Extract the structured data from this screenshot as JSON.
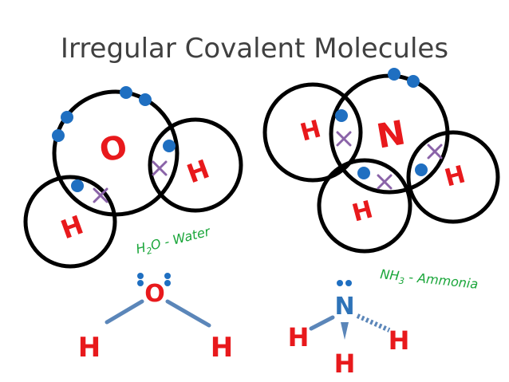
{
  "title": "Irregular Covalent Molecules",
  "water": {
    "central": "O",
    "hydrogen": "H",
    "formula_main": "H",
    "formula_sub": "2",
    "formula_rest": "O - Water"
  },
  "ammonia": {
    "central": "N",
    "hydrogen": "H",
    "formula_main": "NH",
    "formula_sub": "3",
    "formula_rest": " - Ammonia"
  },
  "colors": {
    "atom_label": "#e8191c",
    "electron": "#1f6fc1",
    "shared_x": "#8a63a8",
    "bond": "#5b86b9",
    "caption": "#1aa63a",
    "shell": "#000000"
  }
}
